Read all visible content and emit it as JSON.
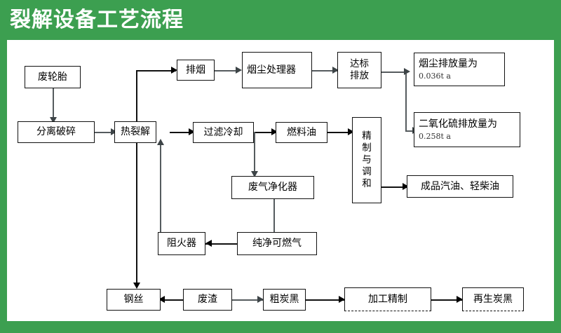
{
  "header": {
    "title": "裂解设备工艺流程",
    "band_color": "#3c9f50",
    "title_color": "#ffffff"
  },
  "diagram": {
    "type": "flowchart",
    "background": "#ffffff",
    "node_border_color": "#111111",
    "connector_color": "#555b5e",
    "nodes": {
      "waste_tire": "废轮胎",
      "separate_crush": "分离破碎",
      "pyrolysis": "热裂解",
      "exhaust_smoke": "排烟",
      "dust_treatment": "烟尘处理器",
      "standard_emission": "达标排放",
      "dust_emission_title": "烟尘排放量为",
      "dust_emission_value": "0.036t a",
      "so2_emission_title": "二氧化硫排放量为",
      "so2_emission_value": "0.258t a",
      "filter_cooling": "过滤冷却",
      "fuel_oil": "燃料油",
      "refine_blend_1": "精",
      "refine_blend_2": "制",
      "refine_blend_3": "与",
      "refine_blend_4": "调",
      "refine_blend_5": "和",
      "finished_oils": "成品汽油、轻柴油",
      "gas_purifier": "废气净化器",
      "clean_fuel_gas": "纯净可燃气",
      "flame_arrester": "阻火器",
      "steel_wire": "钢丝",
      "slag": "废渣",
      "crude_carbon_black": "粗炭黑",
      "processing_refining": "加工精制",
      "recycled_carbon_black": "再生炭黑"
    },
    "edges": [
      {
        "from": "waste_tire",
        "to": "separate_crush",
        "direction": "down"
      },
      {
        "from": "separate_crush",
        "to": "pyrolysis",
        "direction": "right"
      },
      {
        "from": "pyrolysis",
        "to": "exhaust_smoke",
        "direction": "up-right"
      },
      {
        "from": "exhaust_smoke",
        "to": "dust_treatment",
        "direction": "right"
      },
      {
        "from": "dust_treatment",
        "to": "standard_emission",
        "direction": "right"
      },
      {
        "from": "standard_emission",
        "to": "dust_emission_title",
        "direction": "right"
      },
      {
        "from": "standard_emission",
        "to": "so2_emission_title",
        "direction": "down-right"
      },
      {
        "from": "pyrolysis",
        "to": "filter_cooling",
        "direction": "right"
      },
      {
        "from": "filter_cooling",
        "to": "fuel_oil",
        "direction": "right"
      },
      {
        "from": "filter_cooling",
        "to": "gas_purifier",
        "direction": "down"
      },
      {
        "from": "fuel_oil",
        "to": "refine_blend",
        "direction": "right"
      },
      {
        "from": "refine_blend",
        "to": "finished_oils",
        "direction": "right"
      },
      {
        "from": "gas_purifier",
        "to": "clean_fuel_gas",
        "direction": "down"
      },
      {
        "from": "clean_fuel_gas",
        "to": "flame_arrester",
        "direction": "left"
      },
      {
        "from": "flame_arrester",
        "to": "pyrolysis",
        "direction": "up"
      },
      {
        "from": "pyrolysis",
        "to": "steel_wire",
        "direction": "down"
      },
      {
        "from": "steel_wire",
        "to": "slag",
        "direction": "bidirectional"
      },
      {
        "from": "slag",
        "to": "crude_carbon_black",
        "direction": "right"
      },
      {
        "from": "crude_carbon_black",
        "to": "processing_refining",
        "direction": "right"
      },
      {
        "from": "processing_refining",
        "to": "recycled_carbon_black",
        "direction": "right"
      }
    ]
  }
}
